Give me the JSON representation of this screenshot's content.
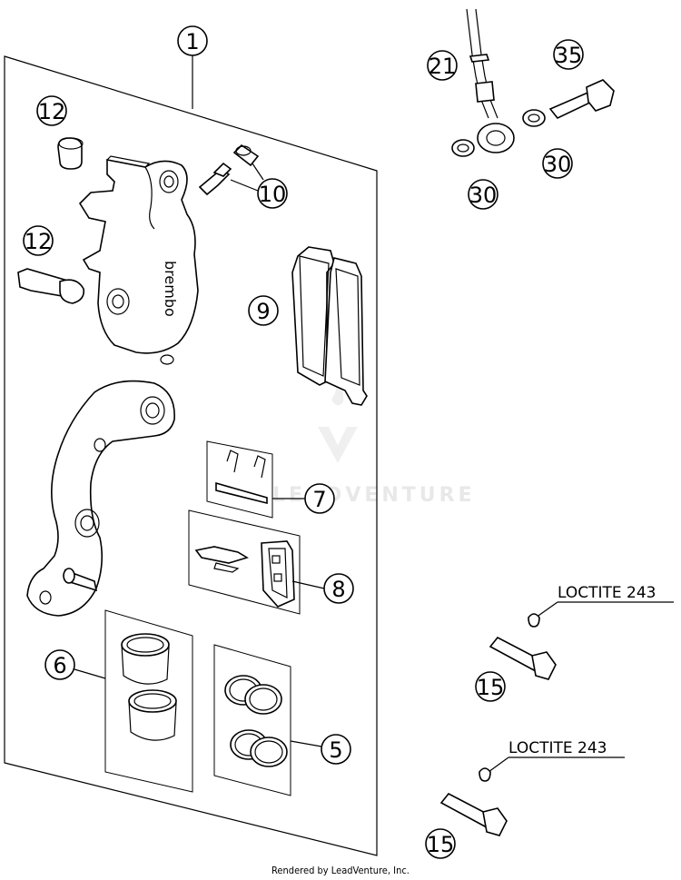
{
  "callouts": {
    "c1": "1",
    "c5": "5",
    "c6": "6",
    "c7": "7",
    "c8": "8",
    "c9": "9",
    "c10": "10",
    "c12a": "12",
    "c12b": "12",
    "c15a": "15",
    "c15b": "15",
    "c21": "21",
    "c30a": "30",
    "c30b": "30",
    "c35": "35"
  },
  "annotations": {
    "loctite_top": "LOCTITE 243",
    "loctite_bottom": "LOCTITE 243"
  },
  "caliper_brand": "brembo",
  "watermark": "LEADVENTURE",
  "footer": "Rendered by LeadVenture, Inc."
}
